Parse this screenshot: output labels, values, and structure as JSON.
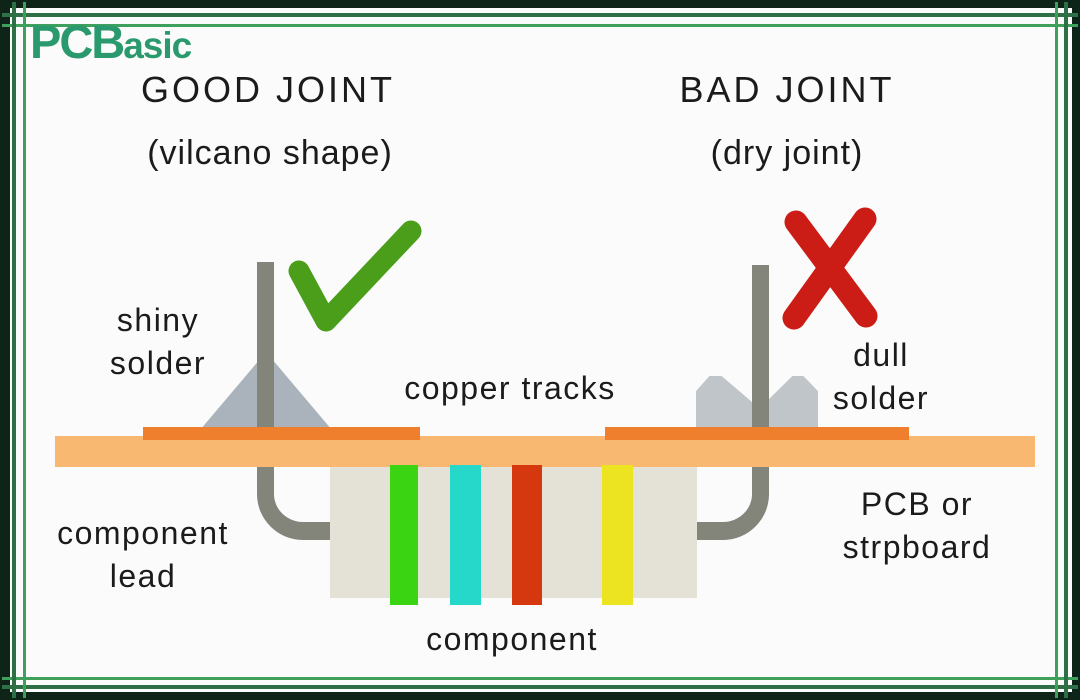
{
  "brand": {
    "name_primary": "PCB",
    "name_secondary": "asic"
  },
  "sections": {
    "good": {
      "title": "GOOD JOINT",
      "subtitle": "(vilcano shape)",
      "mark": "checkmark"
    },
    "bad": {
      "title": "BAD JOINT",
      "subtitle": "(dry joint)",
      "mark": "cross"
    }
  },
  "labels": {
    "shiny_solder": "shiny\nsolder",
    "copper_tracks": "copper tracks",
    "dull_solder": "dull\nsolder",
    "component_lead": "component\nlead",
    "pcb_or_stripboard": "PCB or\nstrpboard",
    "component": "component"
  },
  "colors": {
    "brand_green": "#2a9a6e",
    "text": "#1b1b1b",
    "check_green": "#4a9e19",
    "cross_red": "#cb1d15",
    "pcb_strip": "#f9b871",
    "copper_track": "#f07f2d",
    "solder_good": "#aab3bb",
    "solder_bad": "#c0c5c9",
    "lead_gray": "#83857b",
    "component_body": "#e4e2d6",
    "band_green": "#3bd412",
    "band_cyan": "#25d8ca",
    "band_red": "#d5380f",
    "band_yellow": "#ece421",
    "frame_dark": "#0f2418",
    "frame_green_dark": "#2e6f45",
    "frame_green_light": "#3fa05c"
  }
}
